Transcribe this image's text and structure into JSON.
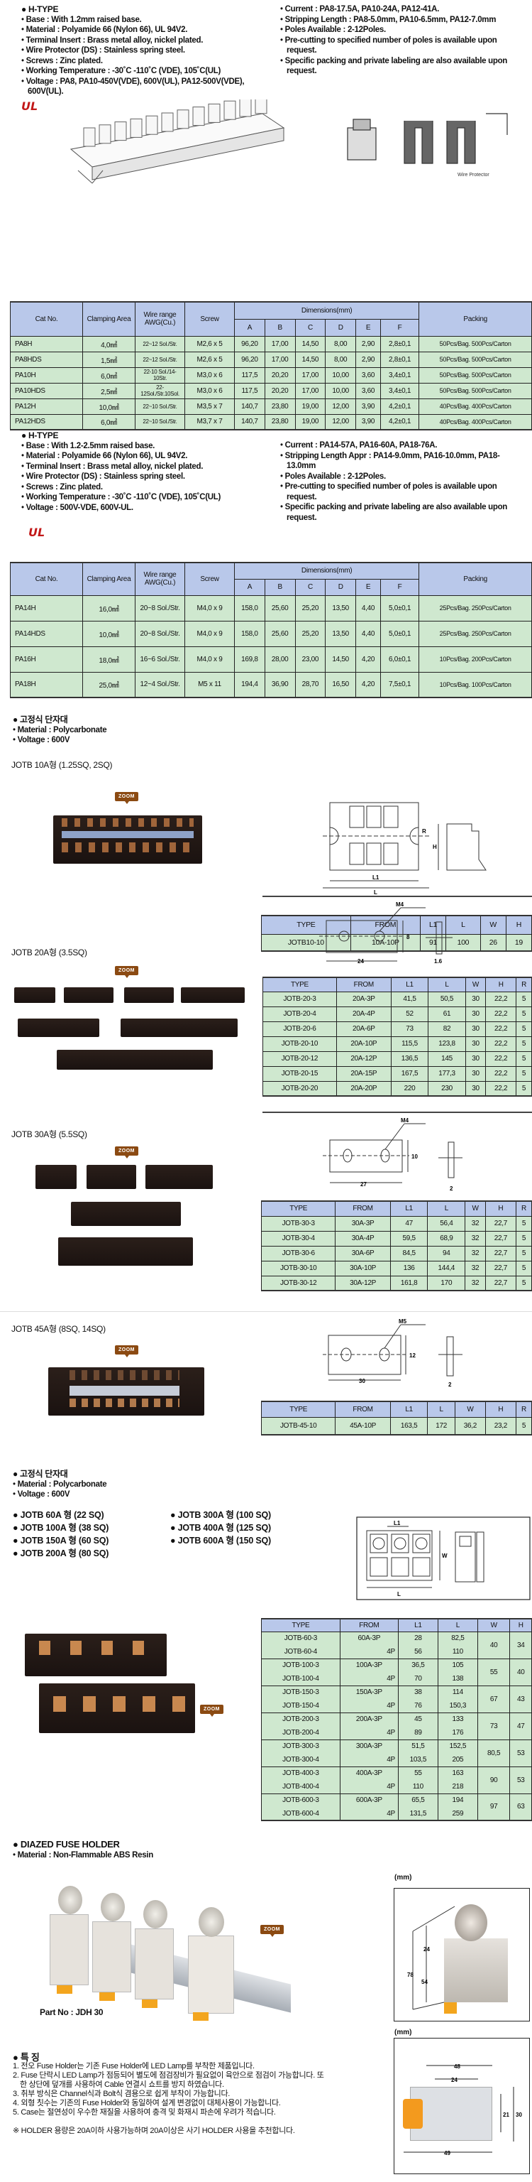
{
  "htype1": {
    "heading": "H-TYPE",
    "left": [
      "Base : With 1.2mm raised base.",
      "Material : Polyamide 66 (Nylon 66), UL 94V2.",
      "Terminal Insert : Brass metal alloy, nickel plated.",
      "Wire Protector (DS) : Stainless spring steel.",
      "Screws : Zinc plated.",
      "Working Temperature : -30˚C -110˚C (VDE), 105˚C(UL)",
      "Voltage : PA8, PA10-450V(VDE), 600V(UL), PA12-500V(VDE), 600V(UL)."
    ],
    "right": [
      "Current : PA8-17.5A, PA10-24A, PA12-41A.",
      "Stripping Length : PA8-5.0mm, PA10-6.5mm, PA12-7.0mm",
      "Poles Available : 2-12Poles.",
      "Pre-cutting to specified number of poles is available upon request.",
      "Specific packing and private labeling are also available upon request."
    ],
    "ul_mark": "UL",
    "wire_protector_label": "Wire Protector",
    "table": {
      "headers": [
        "Cat No.",
        "Clamping Area",
        "Wire range AWG(Cu.)",
        "Screw",
        "Dimensions(mm)",
        "Packing"
      ],
      "dim_cols": [
        "A",
        "B",
        "C",
        "D",
        "E",
        "F"
      ],
      "rows": [
        [
          "PA8H",
          "4,0㎟",
          "22~12 Sol./Str.",
          "M2,6 x 5",
          "96,20",
          "17,00",
          "14,50",
          "8,00",
          "2,90",
          "2,8±0,1",
          "50Pcs/Bag. 500Pcs/Carton"
        ],
        [
          "PA8HDS",
          "1,5㎟",
          "22~12 Sol./Str.",
          "M2,6 x 5",
          "96,20",
          "17,00",
          "14,50",
          "8,00",
          "2,90",
          "2,8±0,1",
          "50Pcs/Bag. 500Pcs/Carton"
        ],
        [
          "PA10H",
          "6,0㎟",
          "22-10 Sol./14-10Str.",
          "M3,0 x 6",
          "117,5",
          "20,20",
          "17,00",
          "10,00",
          "3,60",
          "3,4±0,1",
          "50Pcs/Bag. 500Pcs/Carton"
        ],
        [
          "PA10HDS",
          "2,5㎟",
          "22-12Sol./Str.10Sol.",
          "M3,0 x 6",
          "117,5",
          "20,20",
          "17,00",
          "10,00",
          "3,60",
          "3,4±0,1",
          "50Pcs/Bag. 500Pcs/Carton"
        ],
        [
          "PA12H",
          "10,0㎟",
          "22~10 Sol./Str.",
          "M3,5 x 7",
          "140,7",
          "23,80",
          "19,00",
          "12,00",
          "3,90",
          "4,2±0,1",
          "40Pcs/Bag. 400Pcs/Carton"
        ],
        [
          "PA12HDS",
          "6,0㎟",
          "22~10 Sol./Str.",
          "M3,7 x 7",
          "140,7",
          "23,80",
          "19,00",
          "12,00",
          "3,90",
          "4,2±0,1",
          "40Pcs/Bag. 400Pcs/Carton"
        ]
      ]
    }
  },
  "htype2": {
    "heading": "H-TYPE",
    "left": [
      "Base : With 1.2-2.5mm raised base.",
      "Material : Polyamide 66 (Nylon 66), UL 94V2.",
      "Terminal Insert : Brass metal alloy, nickel plated.",
      "Wire Protector (DS) : Stainless spring steel.",
      "Screws : Zinc plated.",
      "Working Temperature : -30˚C -110˚C (VDE), 105˚C(UL)",
      "Voltage : 500V-VDE, 600V-UL."
    ],
    "right": [
      "Current : PA14-57A, PA16-60A, PA18-76A.",
      "Stripping Length Appr : PA14-9.0mm, PA16-10.0mm, PA18-13.0mm",
      "Poles Available : 2-12Poles.",
      "Pre-cutting to specified number of poles is available upon request.",
      "Specific packing and private labeling are also available upon request."
    ],
    "ul_mark": "UL",
    "table": {
      "headers": [
        "Cat No.",
        "Clamping Area",
        "Wire range AWG(Cu.)",
        "Screw",
        "Dimensions(mm)",
        "Packing"
      ],
      "dim_cols": [
        "A",
        "B",
        "C",
        "D",
        "E",
        "F"
      ],
      "rows": [
        [
          "PA14H",
          "16,0㎟",
          "20~8 Sol./Str.",
          "M4,0 x 9",
          "158,0",
          "25,60",
          "25,20",
          "13,50",
          "4,40",
          "5,0±0,1",
          "25Pcs/Bag. 250Pcs/Carton"
        ],
        [
          "PA14HDS",
          "10,0㎟",
          "20~8 Sol./Str.",
          "M4,0 x 9",
          "158,0",
          "25,60",
          "25,20",
          "13,50",
          "4,40",
          "5,0±0,1",
          "25Pcs/Bag. 250Pcs/Carton"
        ],
        [
          "PA16H",
          "18,0㎟",
          "16~6 Sol./Str.",
          "M4,0 x 9",
          "169,8",
          "28,00",
          "23,00",
          "14,50",
          "4,20",
          "6,0±0,1",
          "10Pcs/Bag. 200Pcs/Carton"
        ],
        [
          "PA18H",
          "25,0㎟",
          "12~4 Sol./Str.",
          "M5 x 11",
          "194,4",
          "36,90",
          "28,70",
          "16,50",
          "4,20",
          "7,5±0,1",
          "10Pcs/Bag. 100Pcs/Carton"
        ]
      ]
    }
  },
  "fixed1": {
    "heading": "고정식 단자대",
    "specs": [
      "Material : Polycarbonate",
      "Voltage : 600V"
    ],
    "zoom_label": "ZOOM",
    "jotb10": {
      "title": "JOTB 10A형 (1.25SQ, 2SQ)",
      "drawing_labels": [
        "L1",
        "L",
        "H",
        "R"
      ],
      "headers": [
        "TYPE",
        "FROM",
        "L1",
        "L",
        "W",
        "H"
      ],
      "rows": [
        [
          "JOTB10-10",
          "10A-10P",
          "91",
          "100",
          "26",
          "19"
        ]
      ]
    },
    "jotb20": {
      "title": "JOTB 20A형 (3.5SQ)",
      "plate": {
        "hole": "M4",
        "width": "24",
        "height": "8",
        "thick": "1.6"
      },
      "headers": [
        "TYPE",
        "FROM",
        "L1",
        "L",
        "W",
        "H",
        "R"
      ],
      "rows": [
        [
          "JOTB-20-3",
          "20A-3P",
          "41,5",
          "50,5",
          "30",
          "22,2",
          "5"
        ],
        [
          "JOTB-20-4",
          "20A-4P",
          "52",
          "61",
          "30",
          "22,2",
          "5"
        ],
        [
          "JOTB-20-6",
          "20A-6P",
          "73",
          "82",
          "30",
          "22,2",
          "5"
        ],
        [
          "JOTB-20-10",
          "20A-10P",
          "115,5",
          "123,8",
          "30",
          "22,2",
          "5"
        ],
        [
          "JOTB-20-12",
          "20A-12P",
          "136,5",
          "145",
          "30",
          "22,2",
          "5"
        ],
        [
          "JOTB-20-15",
          "20A-15P",
          "167,5",
          "177,3",
          "30",
          "22,2",
          "5"
        ],
        [
          "JOTB-20-20",
          "20A-20P",
          "220",
          "230",
          "30",
          "22,2",
          "5"
        ]
      ]
    },
    "jotb30": {
      "title": "JOTB 30A형 (5.5SQ)",
      "plate": {
        "hole": "M4",
        "width": "27",
        "height": "10",
        "thick": "2"
      },
      "headers": [
        "TYPE",
        "FROM",
        "L1",
        "L",
        "W",
        "H",
        "R"
      ],
      "rows": [
        [
          "JOTB-30-3",
          "30A-3P",
          "47",
          "56,4",
          "32",
          "22,7",
          "5"
        ],
        [
          "JOTB-30-4",
          "30A-4P",
          "59,5",
          "68,9",
          "32",
          "22,7",
          "5"
        ],
        [
          "JOTB-30-6",
          "30A-6P",
          "84,5",
          "94",
          "32",
          "22,7",
          "5"
        ],
        [
          "JOTB-30-10",
          "30A-10P",
          "136",
          "144,4",
          "32",
          "22,7",
          "5"
        ],
        [
          "JOTB-30-12",
          "30A-12P",
          "161,8",
          "170",
          "32",
          "22,7",
          "5"
        ]
      ]
    },
    "jotb45": {
      "title": "JOTB 45A형 (8SQ, 14SQ)",
      "plate": {
        "hole": "M5",
        "width": "30",
        "height": "12",
        "thick": "2"
      },
      "headers": [
        "TYPE",
        "FROM",
        "L1",
        "L",
        "W",
        "H",
        "R"
      ],
      "rows": [
        [
          "JOTB-45-10",
          "45A-10P",
          "163,5",
          "172",
          "36,2",
          "23,2",
          "5"
        ]
      ]
    }
  },
  "fixed2": {
    "heading": "고정식 단자대",
    "specs": [
      "Material : Polycarbonate",
      "Voltage : 600V"
    ],
    "models_left": [
      "JOTB  60A 형 (22 SQ)",
      "JOTB 100A 형 (38 SQ)",
      "JOTB 150A 형 (60 SQ)",
      "JOTB 200A 형 (80 SQ)"
    ],
    "models_right": [
      "JOTB 300A 형 (100 SQ)",
      "JOTB 400A 형 (125 SQ)",
      "JOTB 600A 형 (150 SQ)"
    ],
    "drawing_labels": [
      "L1",
      "L",
      "W"
    ],
    "zoom_label": "ZOOM",
    "headers": [
      "TYPE",
      "FROM",
      "L1",
      "L",
      "W",
      "H"
    ],
    "groups": [
      {
        "rows": [
          [
            "JOTB-60-3",
            "60A-3P",
            "28",
            "82,5"
          ],
          [
            "JOTB-60-4",
            "4P",
            "56",
            "110"
          ]
        ],
        "w": "40",
        "h": "34"
      },
      {
        "rows": [
          [
            "JOTB-100-3",
            "100A-3P",
            "36,5",
            "105"
          ],
          [
            "JOTB-100-4",
            "4P",
            "70",
            "138"
          ]
        ],
        "w": "55",
        "h": "40"
      },
      {
        "rows": [
          [
            "JOTB-150-3",
            "150A-3P",
            "38",
            "114"
          ],
          [
            "JOTB-150-4",
            "4P",
            "76",
            "150,3"
          ]
        ],
        "w": "67",
        "h": "43"
      },
      {
        "rows": [
          [
            "JOTB-200-3",
            "200A-3P",
            "45",
            "133"
          ],
          [
            "JOTB-200-4",
            "4P",
            "89",
            "176"
          ]
        ],
        "w": "73",
        "h": "47"
      },
      {
        "rows": [
          [
            "JOTB-300-3",
            "300A-3P",
            "51,5",
            "152,5"
          ],
          [
            "JOTB-300-4",
            "4P",
            "103,5",
            "205"
          ]
        ],
        "w": "80,5",
        "h": "53"
      },
      {
        "rows": [
          [
            "JOTB-400-3",
            "400A-3P",
            "55",
            "163"
          ],
          [
            "JOTB-400-4",
            "4P",
            "110",
            "218"
          ]
        ],
        "w": "90",
        "h": "53"
      },
      {
        "rows": [
          [
            "JOTB-600-3",
            "600A-3P",
            "65,5",
            "194"
          ],
          [
            "JOTB-600-4",
            "4P",
            "131,5",
            "259"
          ]
        ],
        "w": "97",
        "h": "63"
      }
    ]
  },
  "fuse": {
    "heading": "DIAZED FUSE HOLDER",
    "spec": "Material : Non-Flammable ABS Resin",
    "part_no": "Part No : JDH 30",
    "zoom_label": "ZOOM",
    "unit1": "(mm)",
    "side_dims": [
      "24",
      "78",
      "54"
    ],
    "unit2": "(mm)",
    "top_dims": [
      "48",
      "24",
      "49",
      "21",
      "30"
    ],
    "features_heading": "특 징",
    "features": [
      "1. 전오 Fuse Holder는 기존 Fuse Holder에 LED Lamp를 부착한 제품입니다.",
      "2. Fuse 단락시 LED Lamp가 점등되어 별도에 점검장비가 필요없이 육안으로 점검이 가능합니다. 또한 상단에 덮개를 사용하여 Cable 연결시 쇼트를 방지 하였습니다.",
      "3. 취부 방식은 Channel식과 Bolt식 겸용으로 쉽게 부착이 가능합니다.",
      "4. 외형 칫수는 기존의 Fuse Holder와 동일하여 설계 변경없이 대체사용이 가능합니다.",
      "5. Case는 절연성이 우수한 재질을 사용하여 충격 및 화재시 파손에 우려가 적습니다."
    ],
    "note": "※ HOLDER 용량은 20A이하 사용가능하며 20A이상은 사기 HOLDER 사용을 추천합니다."
  }
}
